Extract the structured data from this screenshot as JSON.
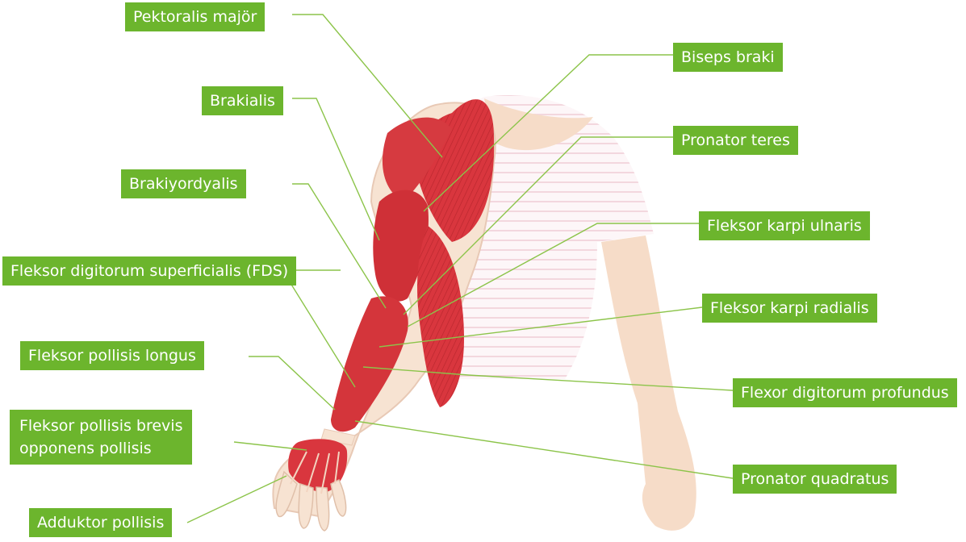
{
  "labels": {
    "pektoralis_major": "Pektoralis majör",
    "biseps_braki": "Biseps braki",
    "brakialis": "Brakialis",
    "pronator_teres": "Pronator teres",
    "brakiyordyalis": "Brakiyordyalis",
    "fleksor_karpi_ulnaris": "Fleksor karpi ulnaris",
    "fds": "Fleksor digitorum superficialis (FDS)",
    "fleksor_karpi_radialis": "Fleksor karpi radialis",
    "fleksor_pollisis_longus": "Fleksor pollisis longus",
    "flexor_digitorum_profundus": "Flexor digitorum profundus",
    "fleksor_pollisis_brevis": "Fleksor pollisis brevis\nopponens pollisis",
    "pronator_quadratus": "Pronator quadratus",
    "adduktor_pollisis": "Adduktor pollisis"
  },
  "colors": {
    "label_background": "#6cb52d",
    "label_text": "#ffffff",
    "leader_line": "#8cc44a",
    "muscle": "#d9363e",
    "skin": "#f6dcc8",
    "shirt": "#fbeff2"
  }
}
